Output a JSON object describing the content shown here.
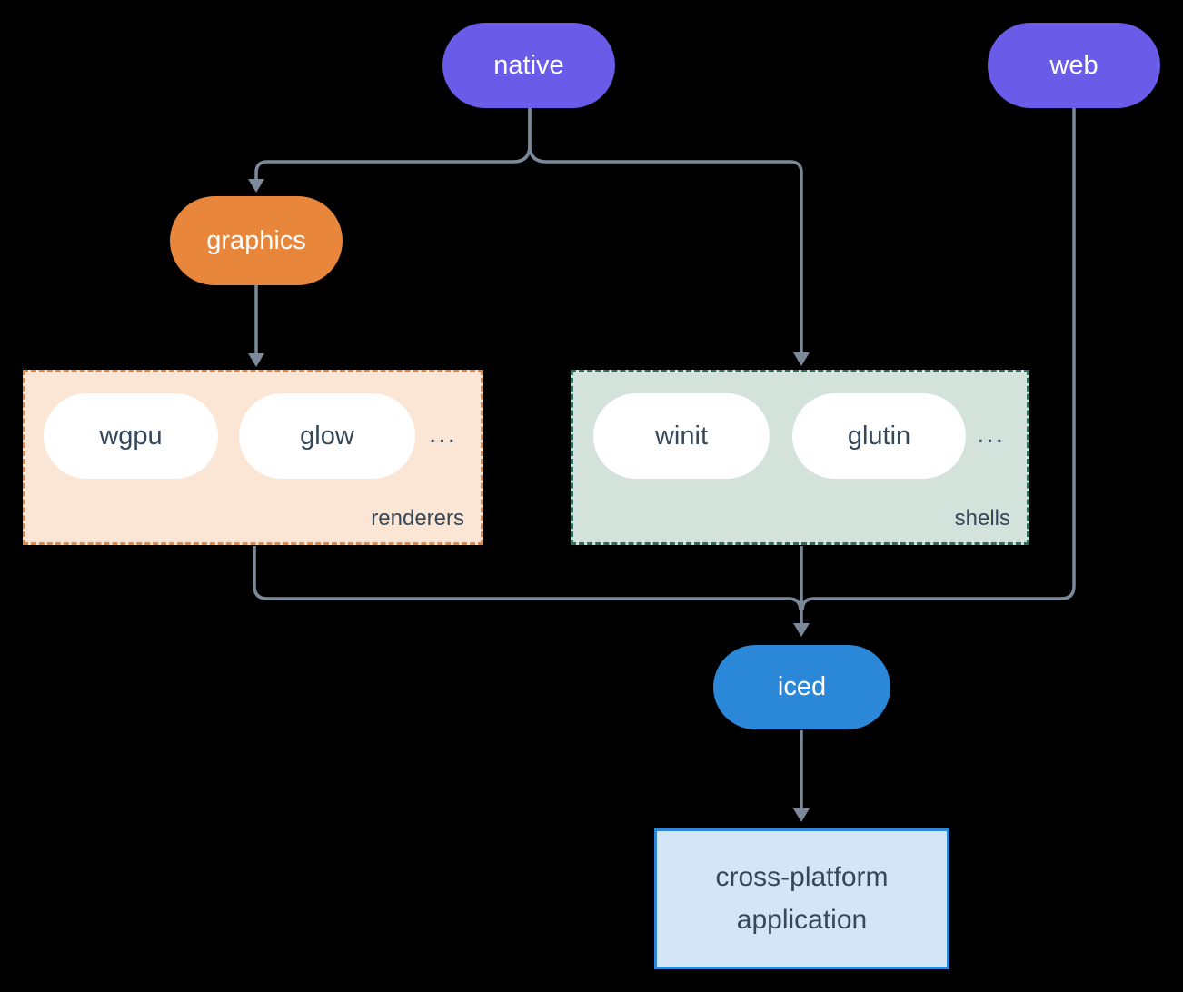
{
  "nodes": {
    "native": {
      "label": "native"
    },
    "web": {
      "label": "web"
    },
    "graphics": {
      "label": "graphics"
    },
    "iced": {
      "label": "iced"
    },
    "application": {
      "line1": "cross-platform",
      "line2": "application"
    }
  },
  "groups": {
    "renderers": {
      "label": "renderers",
      "items": [
        "wgpu",
        "glow"
      ],
      "ellipsis": "..."
    },
    "shells": {
      "label": "shells",
      "items": [
        "winit",
        "glutin"
      ],
      "ellipsis": "..."
    }
  },
  "edges": [
    {
      "from": "native",
      "to": "graphics"
    },
    {
      "from": "native",
      "to": "shells"
    },
    {
      "from": "graphics",
      "to": "renderers"
    },
    {
      "from": "renderers",
      "to": "iced"
    },
    {
      "from": "shells",
      "to": "iced"
    },
    {
      "from": "web",
      "to": "iced"
    },
    {
      "from": "iced",
      "to": "application"
    }
  ],
  "colors": {
    "background": "#000000",
    "node_purple": "#6a5be8",
    "node_orange": "#e8873c",
    "node_blue": "#2b87d8",
    "renderers_fill": "#fbe6d5",
    "renderers_border": "#e8873c",
    "shells_fill": "#d3e2db",
    "shells_border": "#2e6e62",
    "application_fill": "#d4e5f8",
    "application_border": "#2e86d8",
    "pill_white": "#ffffff",
    "text_dark": "#35485a",
    "connector": "#7b8a9a"
  }
}
